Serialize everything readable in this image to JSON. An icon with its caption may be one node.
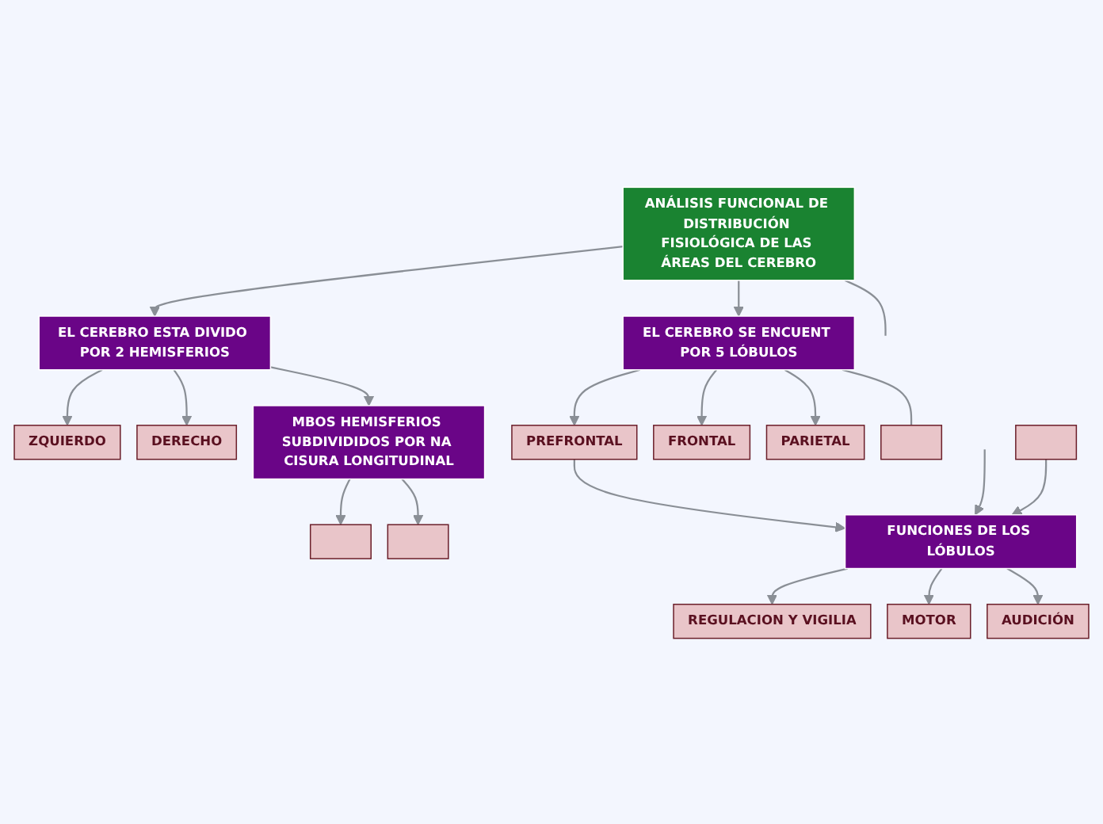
{
  "diagram": {
    "nodes": [
      {
        "text": [
          "ANÁLISIS FUNCIONAL DE DISTRIBUCIÓN FISIOLÓGICA DE LAS ÁREAS DEL CEREBRO"
        ]
      },
      {
        "text": [
          "EL CEREBRO ESTA DIVIDO POR 2 HEMISFERIOS"
        ]
      },
      {
        "text": [
          "ZQUIERDO"
        ]
      },
      {
        "text": [
          "DERECHO"
        ]
      },
      {
        "text": [
          "MBOS HEMISFERIOS SUBDIVIDIDOS POR NA CISURA LONGITUDINAL"
        ]
      },
      {
        "text": [],
        "shape": "box"
      },
      {
        "text": [],
        "shape": "box"
      },
      {
        "text": [
          "EL CEREBRO SE ENCUENT POR 5 LÓBULOS"
        ]
      },
      {
        "text": [
          "PREFRONTAL"
        ]
      },
      {
        "text": [
          "FRONTAL"
        ]
      },
      {
        "text": [
          "PARIETAL"
        ]
      },
      {
        "text": [],
        "shape": "box"
      },
      {
        "text": [
          "FUNCIONES DE LOS LÓBULOS"
        ]
      },
      {
        "text": [
          "REGULACION Y VIGILIA"
        ]
      },
      {
        "text": [
          "MOTOR"
        ]
      },
      {
        "text": [
          "AUDICIÓN"
        ]
      },
      {
        "text": [],
        "shape": "box"
      }
    ],
    "edges": [
      {
        "from": 0,
        "to": 1,
        "arrow": "to"
      },
      {
        "from": 0,
        "to": 7,
        "arrow": "to"
      },
      {
        "from": 0,
        "to": null,
        "arrow": "none"
      },
      {
        "from": 1,
        "to": 2,
        "arrow": "to"
      },
      {
        "from": 1,
        "to": 3,
        "arrow": "to"
      },
      {
        "from": 1,
        "to": 4,
        "arrow": "to"
      },
      {
        "from": 4,
        "to": 5,
        "arrow": "to"
      },
      {
        "from": 4,
        "to": 6,
        "arrow": "to"
      },
      {
        "from": 7,
        "to": 8,
        "arrow": "to"
      },
      {
        "from": 7,
        "to": 9,
        "arrow": "to"
      },
      {
        "from": 7,
        "to": 10,
        "arrow": "to"
      },
      {
        "from": 7,
        "to": 11,
        "arrow": "none"
      },
      {
        "from": 8,
        "to": 12,
        "arrow": "to"
      },
      {
        "from": null,
        "to": 12,
        "arrow": "to"
      },
      {
        "from": 16,
        "to": 12,
        "arrow": "to"
      },
      {
        "from": 12,
        "to": 13,
        "arrow": "to"
      },
      {
        "from": 12,
        "to": 14,
        "arrow": "to"
      },
      {
        "from": 12,
        "to": 15,
        "arrow": "to"
      }
    ]
  }
}
